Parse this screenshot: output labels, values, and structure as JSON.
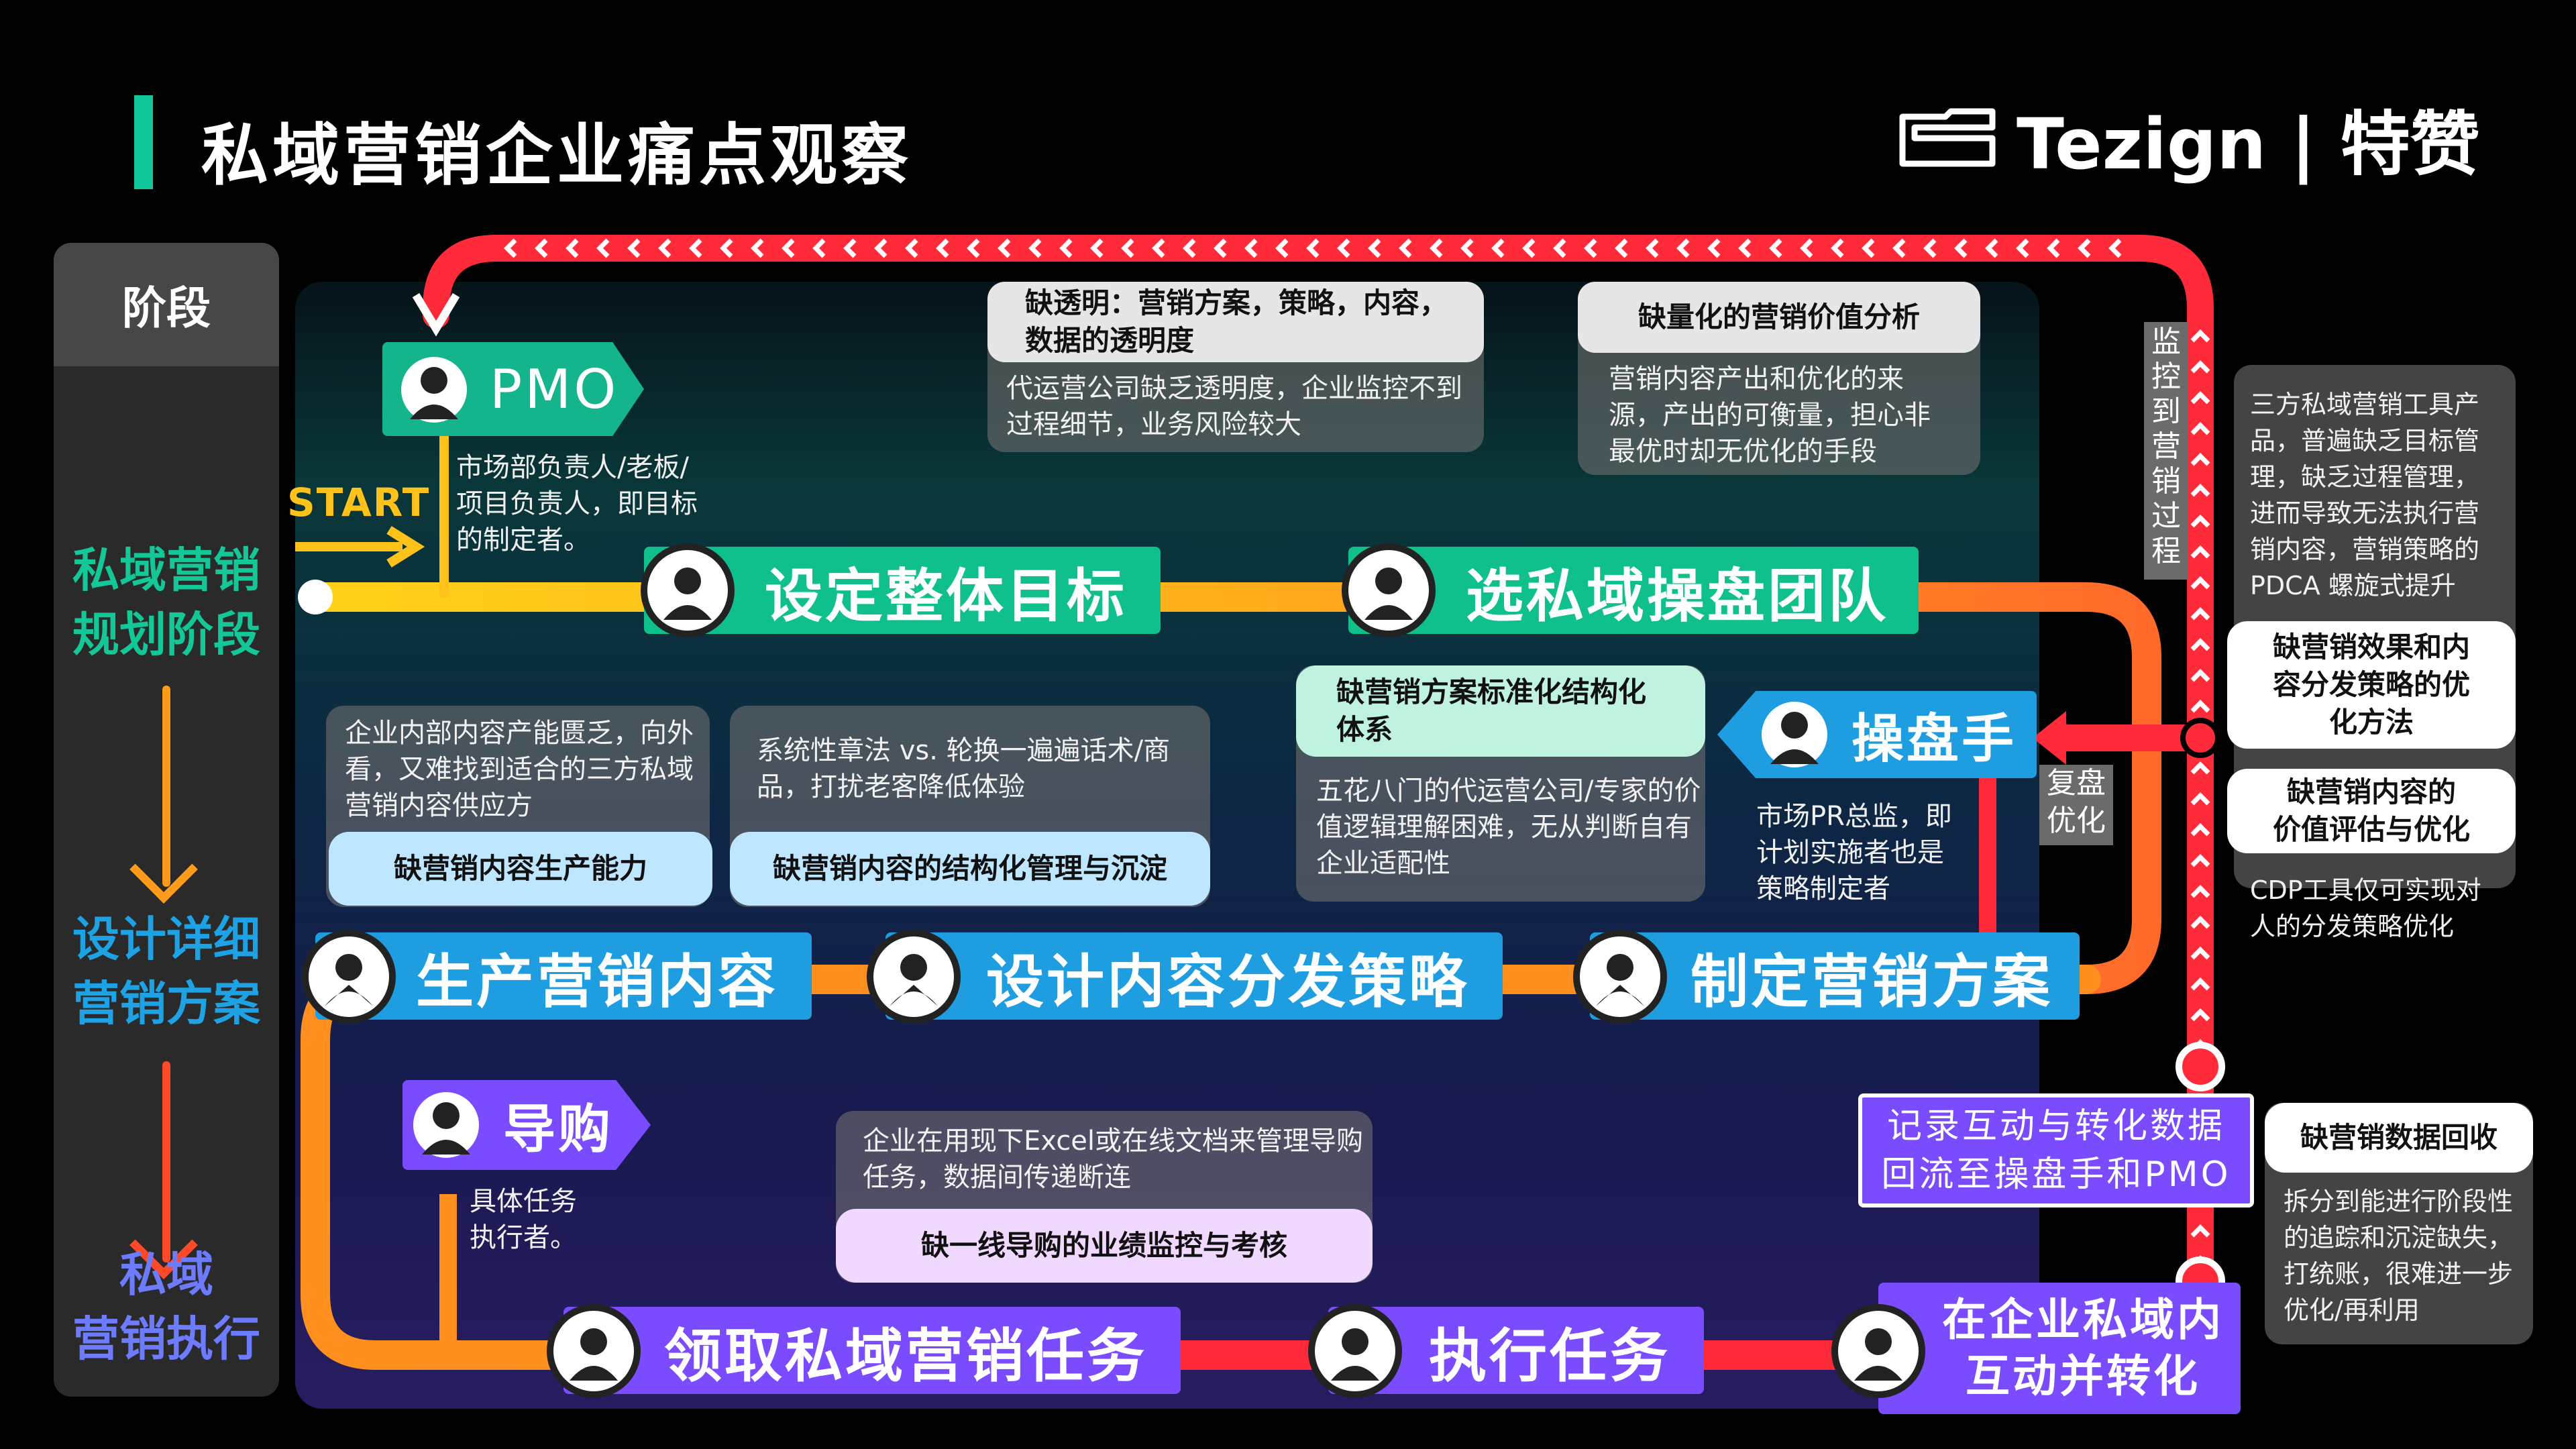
{
  "page": {
    "title": "私域营销企业痛点观察",
    "logo": "Tezign | 特赞"
  },
  "stages": {
    "header": "阶段",
    "s1": "私域营销\n规划阶段",
    "s2": "设计详细\n营销方案",
    "s3": "私域\n营销执行"
  },
  "colors": {
    "accent": "#10c79a",
    "red": "#ff2b3a",
    "orange": "#ff8a1f",
    "yellow": "#ffc21a",
    "purple": "#7b4cff",
    "green": "#14c796",
    "blue": "#1ea2e6"
  },
  "start": "START",
  "roles": {
    "pmo": {
      "label": "PMO",
      "desc": "市场部负责人/老板/\n项目负责人，即目标\n的制定者。"
    },
    "trader": {
      "label": "操盘手",
      "desc": "市场PR总监，即\n计划实施者也是\n策略制定者"
    },
    "guide": {
      "label": "导购",
      "desc": "具体任务\n执行者。"
    }
  },
  "nodes": {
    "set_goal": "设定整体目标",
    "select_team": "选私域操盘团队",
    "produce": "生产营销内容",
    "distribute": "设计内容分发策略",
    "plan": "制定营销方案",
    "receive": "领取私域营销任务",
    "execute": "执行任务",
    "interact": "在企业私域内\n互动并转化",
    "record": "记录互动与转化数据\n回流至操盘手和PMO"
  },
  "side_labels": {
    "monitor": "监\n控\n到\n营\n销\n过\n程",
    "review": "复盘\n优化"
  },
  "callouts": {
    "transparency": {
      "head": "缺透明：营销方案，策略，内容，\n数据的透明度",
      "body": "代运营公司缺乏透明度，企业监控不到\n过程细节，业务风险较大"
    },
    "value": {
      "head": "缺量化的营销价值分析",
      "body": "营销内容产出和优化的来\n源，产出的可衡量，担心非\n最优时却无优化的手段"
    },
    "tools": {
      "body": "三方私域营销工具产\n品，普遍缺乏目标管\n理，缺乏过程管理，\n进而导致无法执行营\n销内容，营销策略的\nPDCA 螺旋式提升"
    },
    "effect": {
      "head": "缺营销效果和内\n容分发策略的优\n化方法"
    },
    "eval": {
      "head": "缺营销内容的\n价值评估与优化",
      "body": "CDP工具仅可实现对\n人的分发策略优化"
    },
    "standard": {
      "head": "缺营销方案标准化结构化\n体系",
      "body": "五花八门的代运营公司/专家的价\n值逻辑理解困难，无从判断自有\n企业适配性"
    },
    "capacity": {
      "body": "企业内部内容产能匮乏，向外\n看，又难找到适合的三方私域\n营销内容供应方",
      "head": "缺营销内容生产能力"
    },
    "structure": {
      "body": "系统性章法 vs. 轮换一遍遍话术/商\n品，打扰老客降低体验",
      "head": "缺营销内容的结构化管理与沉淀"
    },
    "guide_kpi": {
      "body": "企业在用现下Excel或在线文档来管理导购\n任务，数据间传递断连",
      "head": "缺一线导购的业绩监控与考核"
    },
    "data_back": {
      "head": "缺营销数据回收",
      "body": "拆分到能进行阶段性\n的追踪和沉淀缺失，\n打统账，很难进一步\n优化/再利用"
    }
  }
}
